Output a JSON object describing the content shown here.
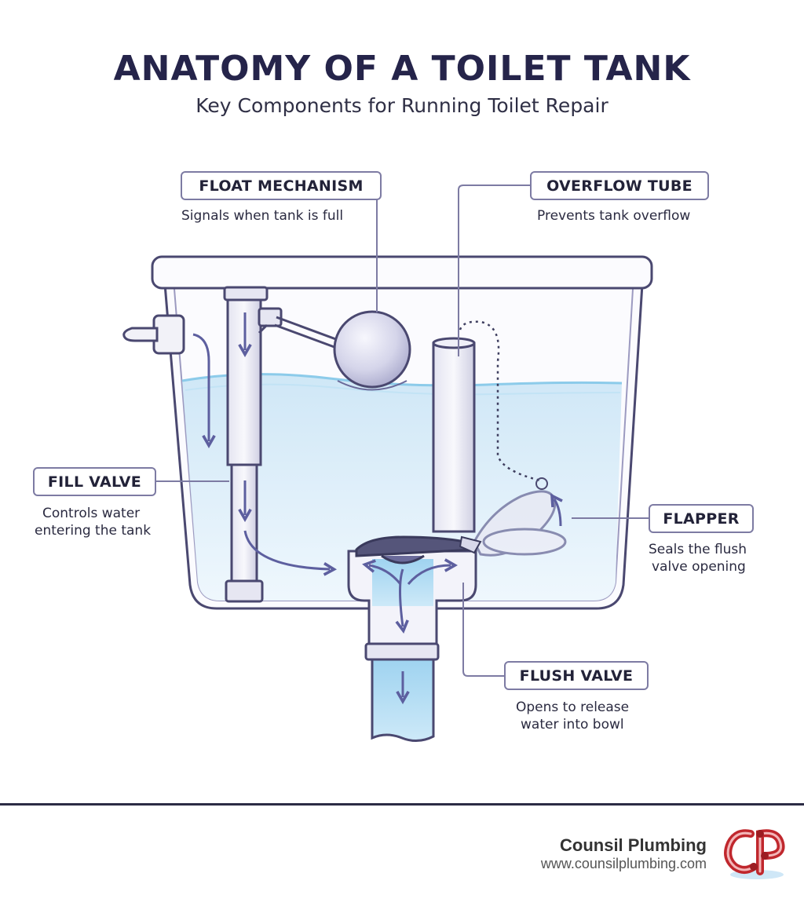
{
  "header": {
    "title": "ANATOMY OF A TOILET TANK",
    "subtitle": "Key Components for Running Toilet Repair"
  },
  "components": {
    "float_mechanism": {
      "label": "FLOAT MECHANISM",
      "description": "Signals when tank is full"
    },
    "overflow_tube": {
      "label": "OVERFLOW TUBE",
      "description": "Prevents tank overflow"
    },
    "fill_valve": {
      "label": "FILL VALVE",
      "description_line1": "Controls water",
      "description_line2": "entering the tank"
    },
    "flapper": {
      "label": "FLAPPER",
      "description_line1": "Seals the flush",
      "description_line2": "valve opening"
    },
    "flush_valve": {
      "label": "FLUSH VALVE",
      "description_line1": "Opens to release",
      "description_line2": "water into bowl"
    }
  },
  "footer": {
    "brand_name": "Counsil Plumbing",
    "brand_url": "www.counsilplumbing.com",
    "logo_letters": "CP"
  },
  "colors": {
    "outline": "#4a4870",
    "accent": "#6466a6",
    "water": "#d7ecf8",
    "brand_red": "#c0272d"
  }
}
